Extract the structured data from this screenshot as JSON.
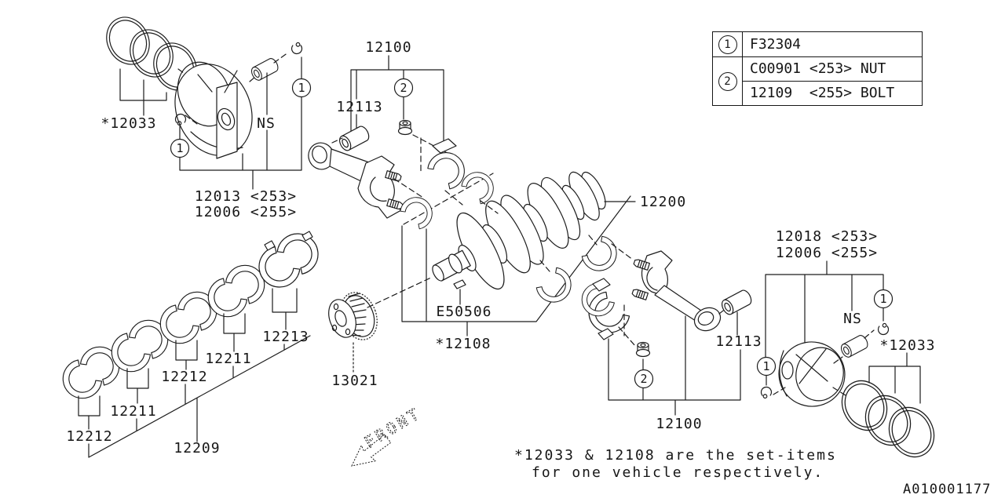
{
  "labels": {
    "rings_left": "*12033",
    "piston_left_1": "12013 <253>",
    "piston_left_2": "12006 <255>",
    "ns_left": "NS",
    "rod_top": "12100",
    "bushing_top": "12113",
    "crankshaft": "12200",
    "key": "E50506",
    "bearing_set": "*12108",
    "sprocket": "13021",
    "main_1": "12212",
    "main_2": "12211",
    "main_3": "12212",
    "main_4": "12211",
    "thrust": "12213",
    "main_set": "12209",
    "piston_right_1": "12018 <253>",
    "piston_right_2": "12006 <255>",
    "ns_right": "NS",
    "rings_right": "*12033",
    "bushing_right": "12113",
    "rod_right": "12100"
  },
  "callouts": {
    "one": "1",
    "two": "2"
  },
  "legend": {
    "rows": [
      {
        "ref": "1",
        "part1": "F32304"
      },
      {
        "ref": "2",
        "part1": "C00901 <253> NUT",
        "part2": "12109  <255> BOLT"
      }
    ]
  },
  "front": {
    "label": "FRONT"
  },
  "note": {
    "line1": "*12033 & 12108 are the set-items",
    "line2": "for one vehicle respectively."
  },
  "doc_id": "A010001177",
  "colors": {
    "line": "#1c1c1c",
    "background": "#ffffff"
  }
}
